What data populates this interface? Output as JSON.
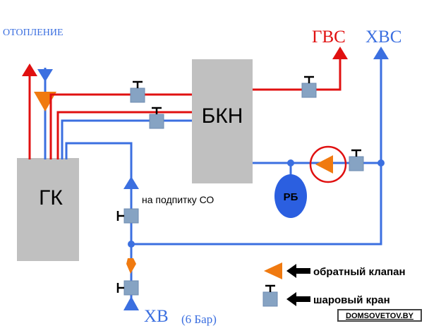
{
  "colors": {
    "hot": "#e01010",
    "cold": "#3b6fe0",
    "equipment": "#c0c0c0",
    "valve_body": "#86a3c3",
    "check_valve": "#f07a10",
    "tank": "#2b5fe0",
    "highlight_ring": "#e01010",
    "text": "#000000"
  },
  "labels": {
    "heating": "ОТОПЛЕНИЕ",
    "dhw": "ГВС",
    "cold_water_out": "ХВС",
    "boiler": "ГК",
    "indirect_heater": "БКН",
    "expansion_tank": "РБ",
    "makeup": "на подпитку СО",
    "cold_inlet": "ХВ",
    "cold_inlet_pressure": "(6 Бар)",
    "watermark": "DOMSOVETOV.BY"
  },
  "legend": [
    {
      "icon": "check-valve-icon",
      "text": "обратный клапан"
    },
    {
      "icon": "ball-valve-icon",
      "text": "шаровый кран"
    }
  ]
}
